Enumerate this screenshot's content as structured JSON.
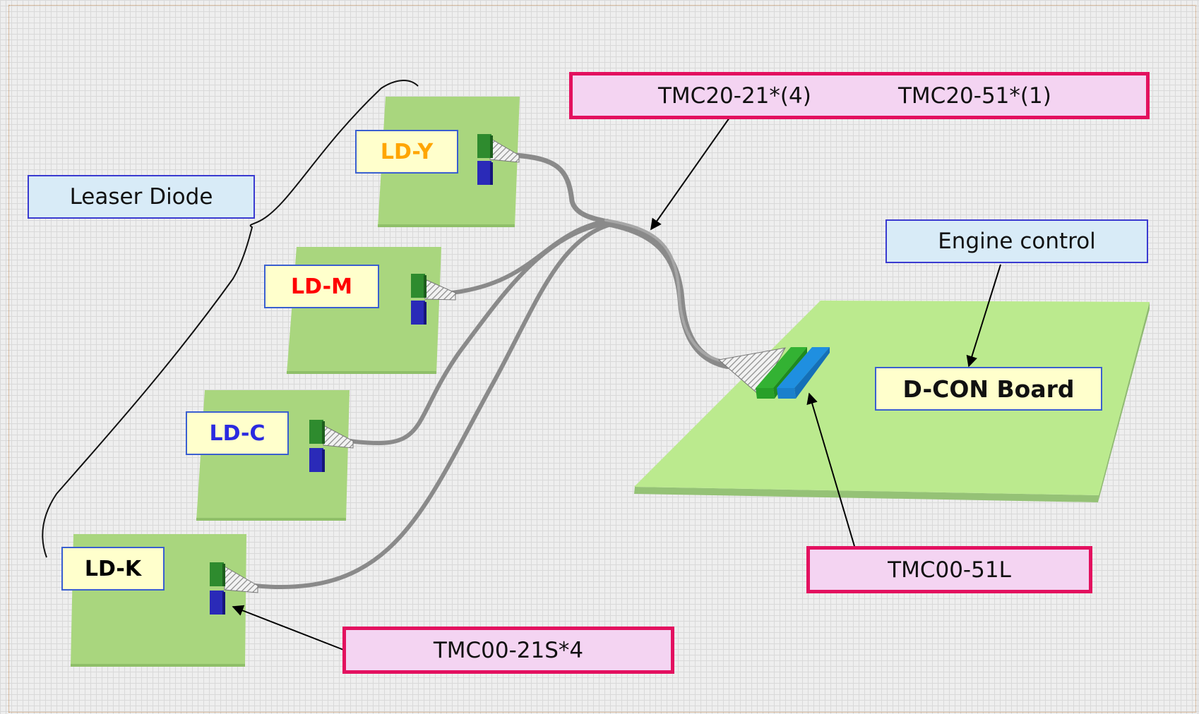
{
  "group_label": "Leaser Diode",
  "ld_boards": [
    {
      "id": "y",
      "label": "LD-Y",
      "color": "#ffa500"
    },
    {
      "id": "m",
      "label": "LD-M",
      "color": "#ff0000"
    },
    {
      "id": "c",
      "label": "LD-C",
      "color": "#2a2ae0"
    },
    {
      "id": "k",
      "label": "LD-K",
      "color": "#000000"
    }
  ],
  "cable_label": {
    "left": "TMC20-21*(4)",
    "right": "TMC20-51*(1)"
  },
  "engine_label": "Engine control",
  "board_label": "D-CON Board",
  "connector_board_label": "TMC00-51L",
  "connector_ld_label": "TMC00-21S*4",
  "colors": {
    "board_fill": "#b5e58a",
    "ld_board_fill": "#a9d67e",
    "cable": "#8a8a8a",
    "connector_green": "#2e8b2e",
    "connector_blue": "#2a2ab8",
    "accent_pink": "#e3105f"
  }
}
